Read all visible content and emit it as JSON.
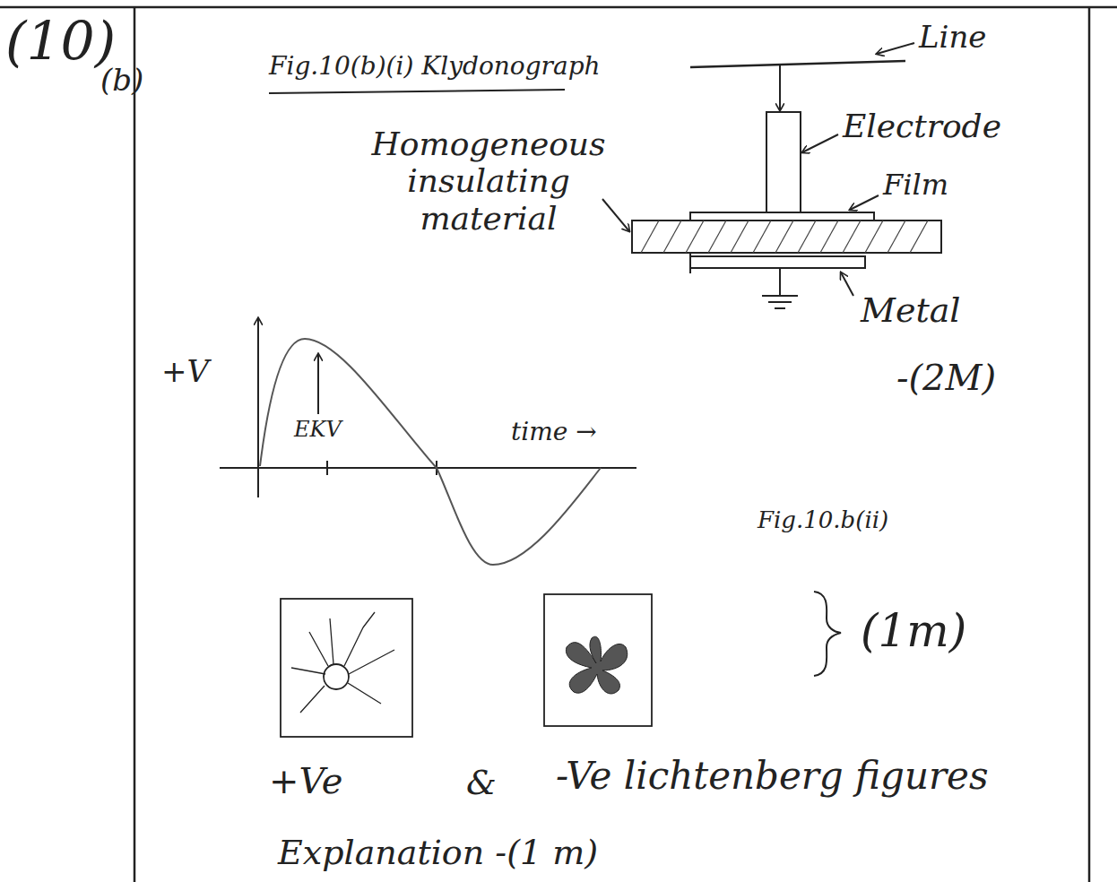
{
  "diagram": {
    "title": "Fig.10(b)(i) Klydonograph",
    "labels": [
      "(10)",
      "(b)",
      "Line",
      "Electrode",
      "Homogeneous insulating material",
      "Film",
      "Metal",
      "-(2M)",
      "+V",
      "EKV",
      "time →",
      "Fig.10.b(ii)",
      "(1m)",
      "+Ve",
      "&",
      "-Ve lichtenberg figures",
      "Explanation -(1 m)"
    ]
  }
}
